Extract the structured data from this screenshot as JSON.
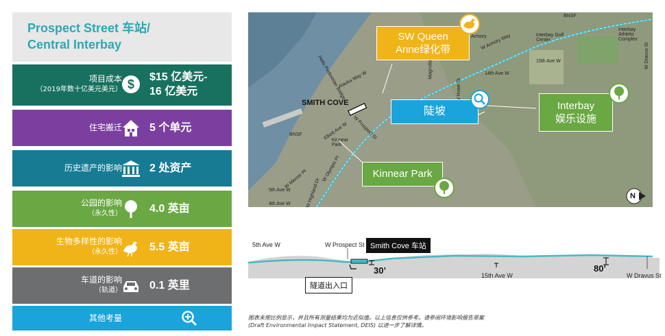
{
  "title": {
    "line1": "Prospect Street 车站/",
    "line2": "Central Interbay"
  },
  "metrics": [
    {
      "label": "项目成本",
      "sub": "（2019年数十亿美元美元）",
      "value1": "$15 亿美元-",
      "value2": "16 亿美元",
      "color": "#18715f",
      "icon": "dollar-icon"
    },
    {
      "label": "住宅搬迁",
      "sub": "",
      "value1": "5 个单元",
      "value2": "",
      "color": "#7b3fa0",
      "icon": "house-icon"
    },
    {
      "label": "历史遗产的影响",
      "sub": "",
      "value1": "2 处资产",
      "value2": "",
      "color": "#177b94",
      "icon": "building-icon"
    },
    {
      "label": "公园的影响",
      "sub": "（永久性）",
      "value1": "4.0 英亩",
      "value2": "",
      "color": "#6aa843",
      "icon": "tree-icon"
    },
    {
      "label": "生物多样性的影响",
      "sub": "（永久性）",
      "value1": "5.5 英亩",
      "value2": "",
      "color": "#f1b418",
      "icon": "bird-icon"
    },
    {
      "label": "车道的影响",
      "sub": "（轨道）",
      "value1": "0.1 英里",
      "value2": "",
      "color": "#6d6e70",
      "icon": "car-icon"
    }
  ],
  "other_considerations": {
    "label": "其他考量",
    "color": "#1aa4db",
    "icon": "zoom-icon"
  },
  "map": {
    "callouts": {
      "sw_queen_anne": "SW Queen Anne绿化带",
      "sw_queen_anne_line1": "SW Queen",
      "sw_queen_anne_line2": "Anne绿化带",
      "slope": "陡坡",
      "interbay_line1": "Interbay",
      "interbay_line2": "娱乐设施",
      "kinnear_park": "Kinnear Park"
    },
    "place_labels": {
      "smith_cove": "SMITH COVE",
      "bnsf1": "BNSF",
      "bnsf2": "BNSF",
      "w_armory_way": "W Armory Way",
      "armory": "Armory",
      "interbay_golf": "Interbay Golf Center",
      "interbay_athletic": "Interbay Athletic Complex",
      "w_dravus_st": "W Dravus St",
      "ave_15th": "15th Ave W",
      "ave_14th": "14th Ave W",
      "alaska_way": "Alaska Way W",
      "helix": "Helix Pedestrian Bridge",
      "elliott_ave": "Elliott Ave W",
      "prospect_st": "W Prospect St",
      "kinnear_park": "Kinnear Park",
      "olympic_pl": "W Olympic Pl",
      "ave_5th": "5th Ave W",
      "ave_4th": "4th Ave W",
      "mercer_pl": "W Mercer Pl",
      "highland": "W Highland Dr",
      "howe": "W Howe St",
      "magnolia": "Magnolia",
      "north": "N"
    }
  },
  "profile": {
    "ave_5th": "5th Ave W",
    "prospect": "W Prospect St",
    "station": "Smith Cove 车站",
    "tunnel": "隧道出入口",
    "depth30": "30’",
    "ave_15th": "15th Ave W",
    "height80": "80’",
    "dravus": "W Dravus St"
  },
  "note": {
    "line1": "图表未按比例显示，并且所有测量结果均为近似值。以上信息仅供参考。请参阅环境影响报告草案",
    "line2": "(Draft Environmental Impact Statement, DEIS) 以进一步了解详情。"
  },
  "colors": {
    "title": "#2aa9b5",
    "track": "#46b9c9",
    "dark_blue": "#1aa4db",
    "park_green": "#6aa843",
    "bird_yellow": "#f1b418"
  }
}
